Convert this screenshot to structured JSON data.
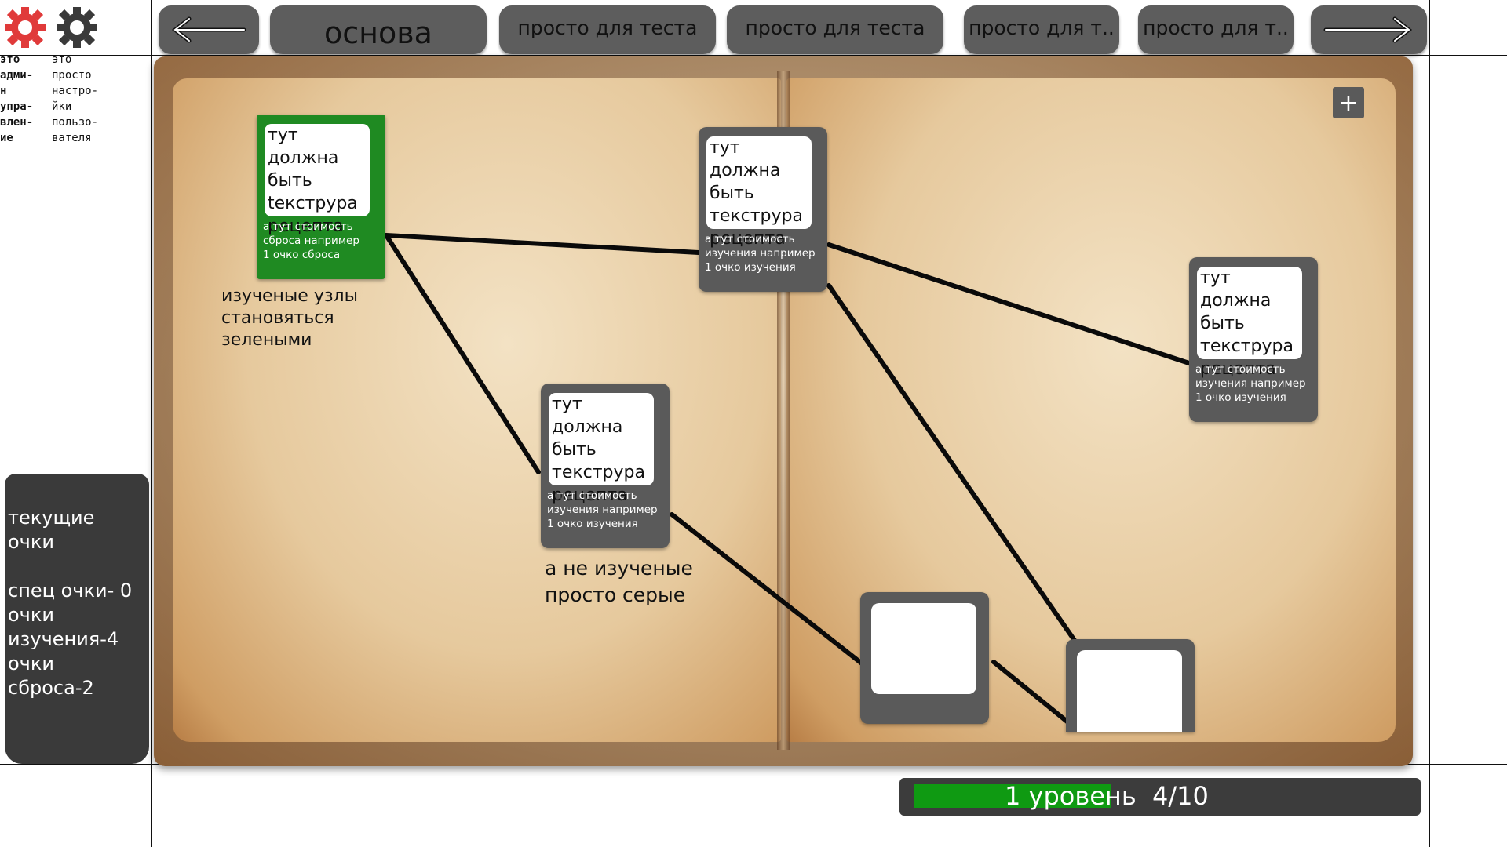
{
  "header": {
    "admin_label": "это\nадми-\nн\nупра-\nвлен-\nие",
    "settings_label": "это\nпросто\nнастро-\nйки\nпользо-\nвателя",
    "admin_color": "#e03a3a",
    "settings_color": "#3a3a3a",
    "tabs": [
      {
        "label": "основа"
      },
      {
        "label": "просто для теста"
      },
      {
        "label": "просто для теста"
      },
      {
        "label": "просто для т.."
      },
      {
        "label": "просто для т.."
      }
    ]
  },
  "book": {
    "add_button": "+",
    "cards": [
      {
        "state": "learned",
        "texture": "тут должна\nбыть\ntекструра\nрецепта",
        "cost": "а тут стоимость\nсброса например\n1 очко сброса"
      },
      {
        "state": "unlearned",
        "texture": "тут должна\nбыть\nтекструра\nрецепта",
        "cost": "а тут стоимость\nизучения например\n1 очко изучения"
      },
      {
        "state": "unlearned",
        "texture": "тут должна\nбыть\nтекструра\nрецепта",
        "cost": "а тут стоимость\nизучения например\n1 очко изучения"
      },
      {
        "state": "unlearned",
        "texture": "тут должна\nбыть\nтекструра\nрецепта",
        "cost": "а тут стоимость\nизучения например\n1 очко изучения"
      },
      {
        "state": "unlearned",
        "texture": "",
        "cost": ""
      },
      {
        "state": "unlearned",
        "texture": "",
        "cost": ""
      }
    ],
    "note_learned": "изученые узлы\nстановяться\nзелеными",
    "note_unlearned": "а не изученые\nпросто серые"
  },
  "points": {
    "text": "текущие очки\n\nспец очки- 0\nочки\nизучения-4\nочки сброса-2"
  },
  "level": {
    "text": "1 уровень  4/10",
    "progress": 0.4
  }
}
